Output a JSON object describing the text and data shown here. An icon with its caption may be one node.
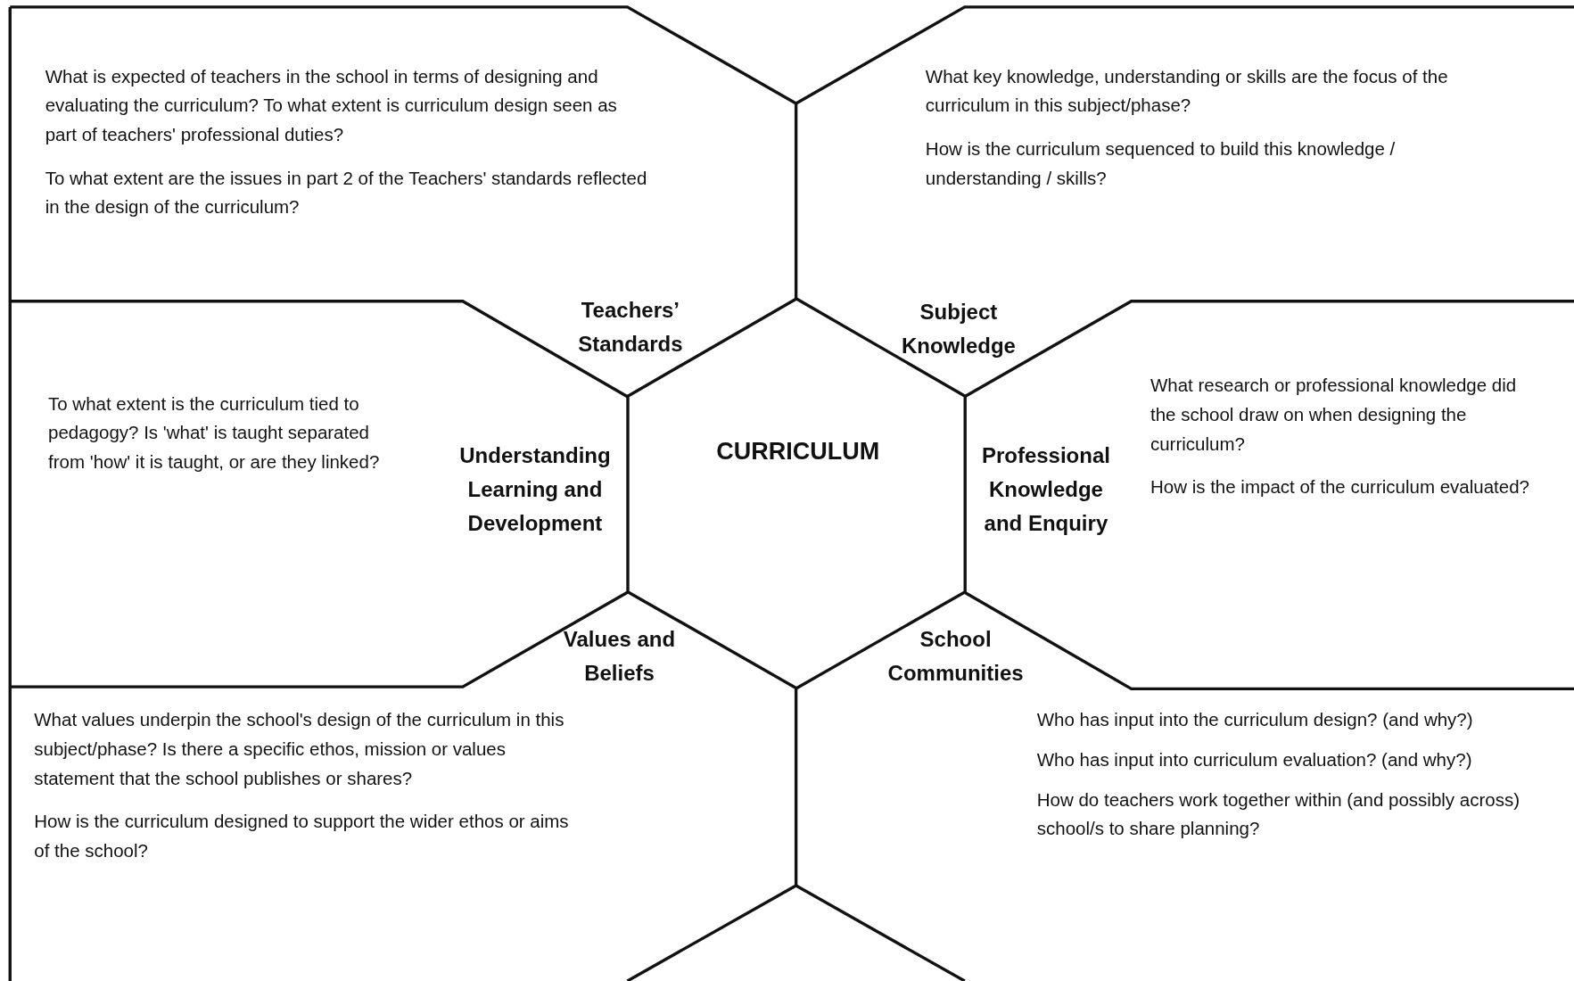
{
  "diagram": {
    "nodes": [
      {
        "text": [
          "What is expected of teachers in the school in terms of designing and evaluating the curriculum? To what extent is curriculum design seen as part of teachers' professional duties?",
          "To what extent are the issues in part 2 of the Teachers' standards reflected in the design of the curriculum?",
          "Teachers’ Standards"
        ]
      },
      {
        "text": [
          "What key knowledge, understanding or skills are the focus of the curriculum in this subject/phase?",
          "How is the curriculum sequenced to build this knowledge / understanding / skills?",
          "Subject Knowledge"
        ]
      },
      {
        "text": [
          "Understanding Learning and Development",
          "To what extent is the curriculum tied to pedagogy? Is 'what' is taught separated from 'how' it is taught, or are they linked?"
        ]
      },
      {
        "text": [
          "CURRICULUM"
        ]
      },
      {
        "text": [
          "Professional Knowledge and Enquiry",
          "What research or professional knowledge did the school draw on when designing the curriculum?",
          "How is the impact of the curriculum evaluated?"
        ]
      },
      {
        "text": [
          "Values and Beliefs",
          "What values underpin the school's design of the curriculum in this subject/phase? Is there a specific ethos, mission or values statement that the school publishes or shares?",
          "How is the curriculum designed to support the wider ethos or aims of the school?"
        ]
      },
      {
        "text": [
          "School Communities",
          "Who has input into the curriculum design? (and why?)",
          "Who has input into curriculum evaluation? (and why?)",
          "How do teachers work together within (and possibly across) school/s to share planning?"
        ]
      }
    ]
  }
}
